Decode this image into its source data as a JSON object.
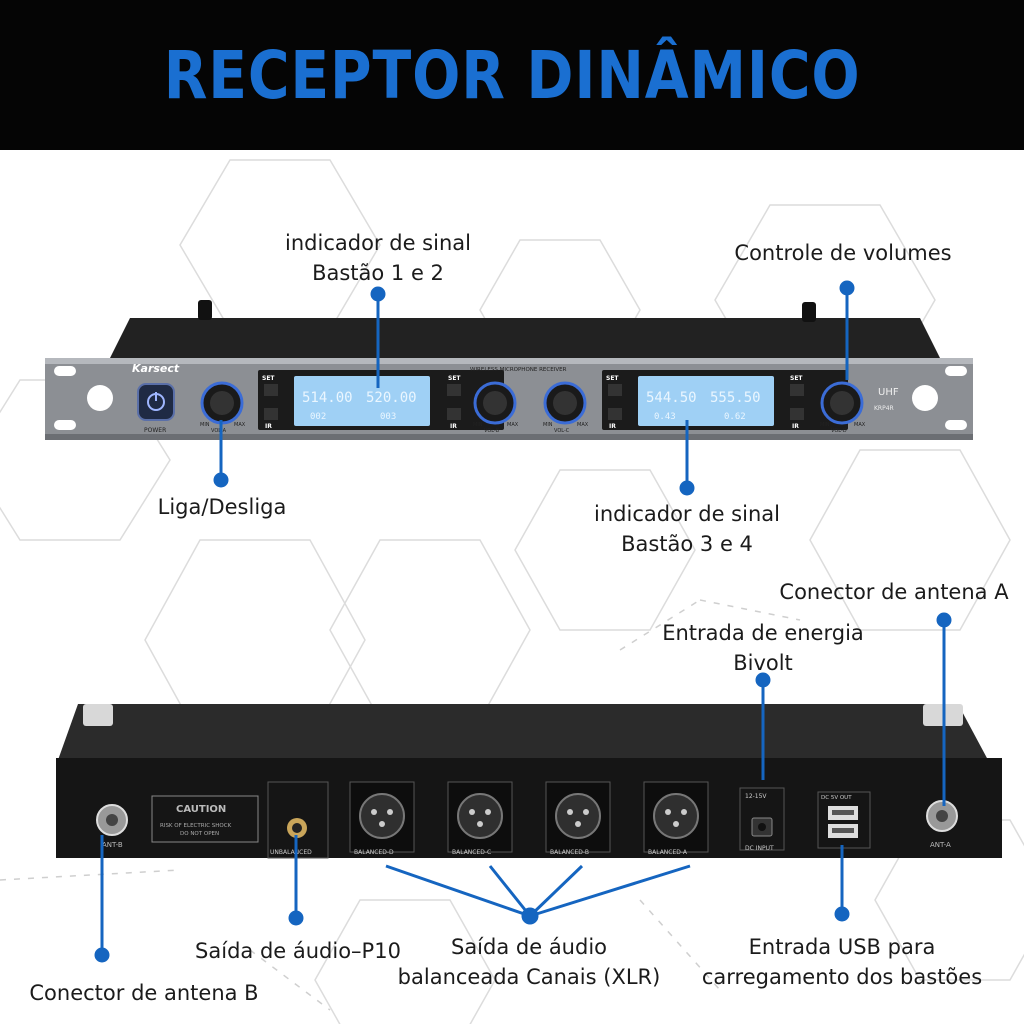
{
  "title": "RECEPTOR DINÂMICO",
  "colors": {
    "accent": "#1a6fd1",
    "callout": "#1565c0",
    "header_bg": "#050505",
    "lcd": "#9fd0f5"
  },
  "front_panel": {
    "brand": "Karsect",
    "power_label": "POWER",
    "model_header": "WIRELESS MICROPHONE RECEIVER",
    "band": "UHF",
    "model": "KRP4R",
    "set_label": "SET",
    "ir_label": "IR",
    "knobs": [
      "VOL-A",
      "VOL-B",
      "VOL-C",
      "VOL-D"
    ],
    "knob_min": "MIN",
    "knob_max": "MAX",
    "lcd_left": {
      "freq_a": "514.00",
      "freq_b": "520.00",
      "ch_a": "002",
      "ch_b": "003"
    },
    "lcd_right": {
      "freq_a": "544.50",
      "freq_b": "555.50",
      "ch_a": "0.43",
      "ch_b": "0.62"
    }
  },
  "rear_panel": {
    "ant_b": "ANT-B",
    "ant_a": "ANT-A",
    "caution_title": "CAUTION",
    "caution_text_1": "RISK OF ELECTRIC SHOCK",
    "caution_text_2": "DO NOT OPEN",
    "unbalanced": "UNBALANCED",
    "xlr": [
      "BALANCED-D",
      "BALANCED-C",
      "BALANCED-B",
      "BALANCED-A"
    ],
    "dc_rating": "12-15V",
    "dc_input": "DC INPUT",
    "usb_label": "DC 5V OUT"
  },
  "labels": {
    "signal_12_line1": "indicador de sinal",
    "signal_12_line2": "Bastão 1 e 2",
    "volume": "Controle de volumes",
    "power": "Liga/Desliga",
    "signal_34_line1": "indicador de sinal",
    "signal_34_line2": "Bastão 3 e 4",
    "antenna_a": "Conector de antena A",
    "power_in_line1": "Entrada de energia",
    "power_in_line2": "Bivolt",
    "p10": "Saída de áudio–P10",
    "xlr_line1": "Saída de áudio",
    "xlr_line2": "balanceada Canais (XLR)",
    "usb_line1": "Entrada USB para",
    "usb_line2": "carregamento dos bastões",
    "antenna_b": "Conector de antena B"
  }
}
